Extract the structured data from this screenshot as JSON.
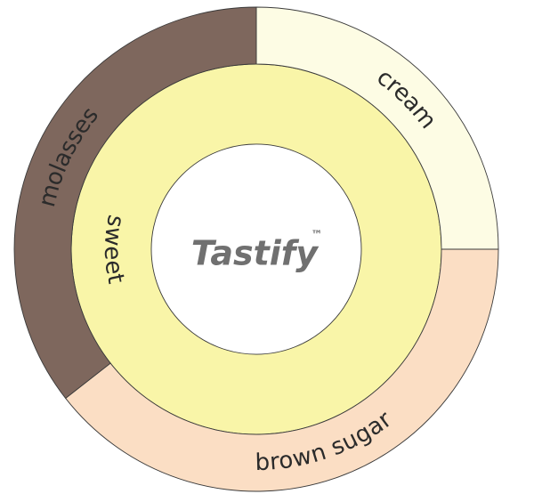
{
  "brand": {
    "name": "Tastify",
    "trademark": "™"
  },
  "chart_data": {
    "type": "sunburst",
    "legend": "none",
    "rings": [
      {
        "level": "inner",
        "segments": [
          {
            "label": "sweet",
            "start_deg": 0,
            "end_deg": 360,
            "color": "#f9f5a8"
          }
        ]
      },
      {
        "level": "outer",
        "segments": [
          {
            "label": "cream",
            "start_deg": -90,
            "end_deg": 0,
            "color": "#fdfce4"
          },
          {
            "label": "brown sugar",
            "start_deg": 0,
            "end_deg": 142,
            "color": "#fbdec4"
          },
          {
            "label": "molasses",
            "start_deg": 142,
            "end_deg": 270,
            "color": "#7e675d"
          }
        ]
      }
    ]
  }
}
